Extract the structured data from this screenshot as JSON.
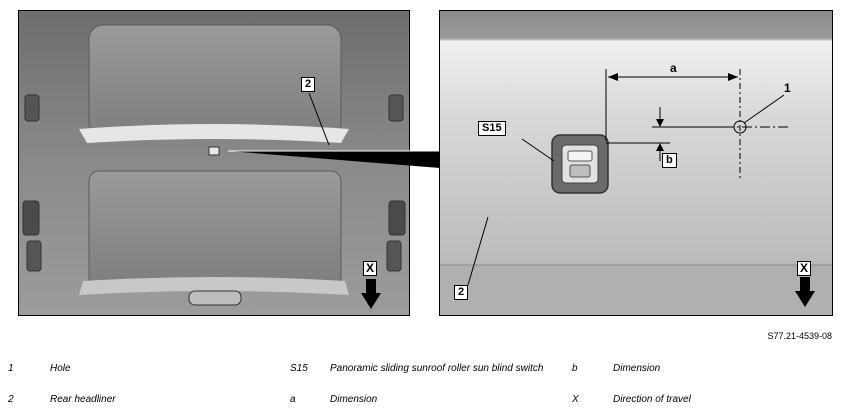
{
  "callouts": {
    "left_2": "2",
    "right_2": "2",
    "right_1": "1",
    "s15": "S15",
    "x_left": "X",
    "x_right": "X",
    "dim_a": "a",
    "dim_b": "b"
  },
  "figure_code": "S77.21-4539-08",
  "legend": [
    {
      "key": "1",
      "text": "Hole"
    },
    {
      "key": "2",
      "text": "Rear headliner"
    },
    {
      "key": "S15",
      "text": "Panoramic sliding sunroof roller sun blind switch"
    },
    {
      "key": "a",
      "text": "Dimension"
    },
    {
      "key": "b",
      "text": "Dimension"
    },
    {
      "key": "X",
      "text": "Direction of travel"
    }
  ]
}
